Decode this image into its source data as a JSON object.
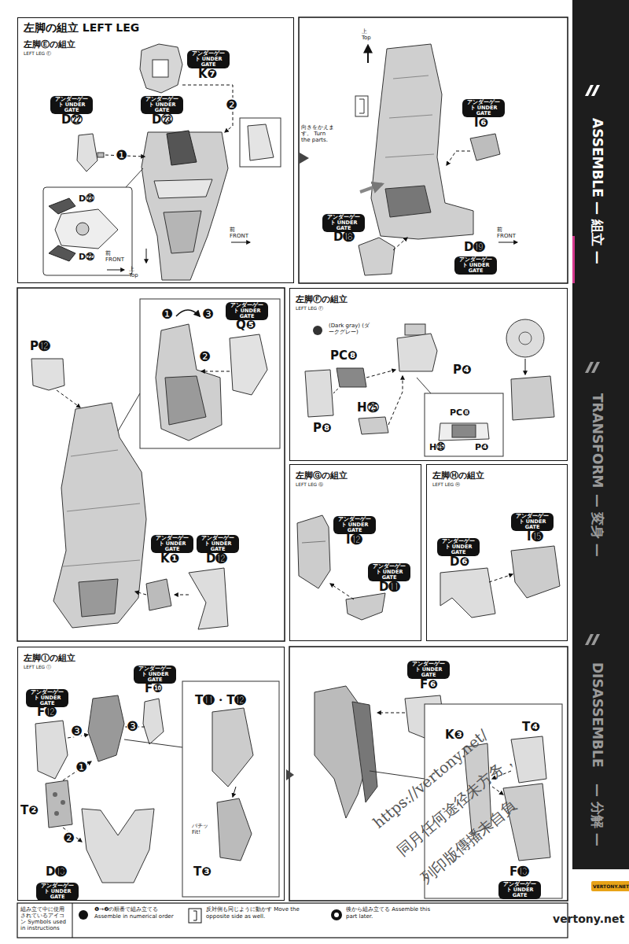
{
  "diagram": {
    "title": "左脚の組立 LEFT LEG",
    "nodes": [
      {
        "text": [
          "左脚Ⓔの組立",
          "LEFT LEG Ⓔ"
        ]
      },
      {
        "text": [
          "左脚Ⓕの組立",
          "LEFT LEG Ⓕ"
        ]
      },
      {
        "text": [
          "左脚Ⓖの組立",
          "LEFT LEG Ⓖ"
        ]
      },
      {
        "text": [
          "左脚Ⓗの組立",
          "LEFT LEG Ⓗ"
        ]
      },
      {
        "text": [
          "左脚Ⓘの組立",
          "LEFT LEG Ⓘ"
        ]
      }
    ],
    "labels": [
      "アンダーゲート UNDER GATE",
      "K❼",
      "アンダーゲート UNDER GATE",
      "D㉒",
      "アンダーゲート UNDER GATE",
      "D㉓",
      "❶",
      "❷",
      "D㉓",
      "D㉒",
      "前 FRONT",
      "前 FRONT",
      "上 Top",
      "上 Top",
      "向きをかえます。 Turn the parts.",
      "アンダーゲート UNDER GATE",
      "I❻",
      "アンダーゲート UNDER GATE",
      "D⓲",
      "D⓳",
      "アンダーゲート UNDER GATE",
      "前 FRONT",
      "アンダーゲート UNDER GATE",
      "Q❺",
      "❶",
      "❸",
      "❷",
      "P⓬",
      "アンダーゲート UNDER GATE",
      "K❶",
      "アンダーゲート UNDER GATE",
      "D⓬",
      "(Dark gray) (ダークグレー)",
      "PC❽",
      "P❹",
      "H㉕",
      "P❽",
      "PC❽",
      "H㉕",
      "P❹",
      "アンダーゲート UNDER GATE",
      "I⓬",
      "アンダーゲート UNDER GATE",
      "D⓫",
      "アンダーゲート UNDER GATE",
      "I⓯",
      "アンダーゲート UNDER GATE",
      "D❻",
      "アンダーゲート UNDER GATE",
      "F❿",
      "アンダーゲート UNDER GATE",
      "F⓬",
      "❸",
      "❸",
      "❶",
      "❷",
      "T❷",
      "T⓫・T⓬",
      "パチッ Fit!",
      "T❸",
      "D⓭",
      "アンダーゲート UNDER GATE",
      "アンダーゲート UNDER GATE",
      "F❻",
      "T❹",
      "K❸",
      "F⓭",
      "アンダーゲート UNDER GATE",
      "https://vertony.net/",
      "同月任何途径未方务，",
      "列印版傳播未自負",
      "ASSEMBLE",
      "— 組立 —",
      "TRANSFORM",
      "— 変身 —",
      "DISASSEMBLE",
      "— 分解 —",
      "組み立て中に使用されているアイコン Symbols used in instructions",
      "vertony.net",
      "VERTONY.NET"
    ],
    "legend": [
      {
        "text": "❶→❷の順番で組み立てる Assemble in numerical order"
      },
      {
        "text": "反対側も同じように動かす Move the opposite side as well."
      },
      {
        "text": "後から組み立てる Assemble this part later."
      }
    ]
  }
}
